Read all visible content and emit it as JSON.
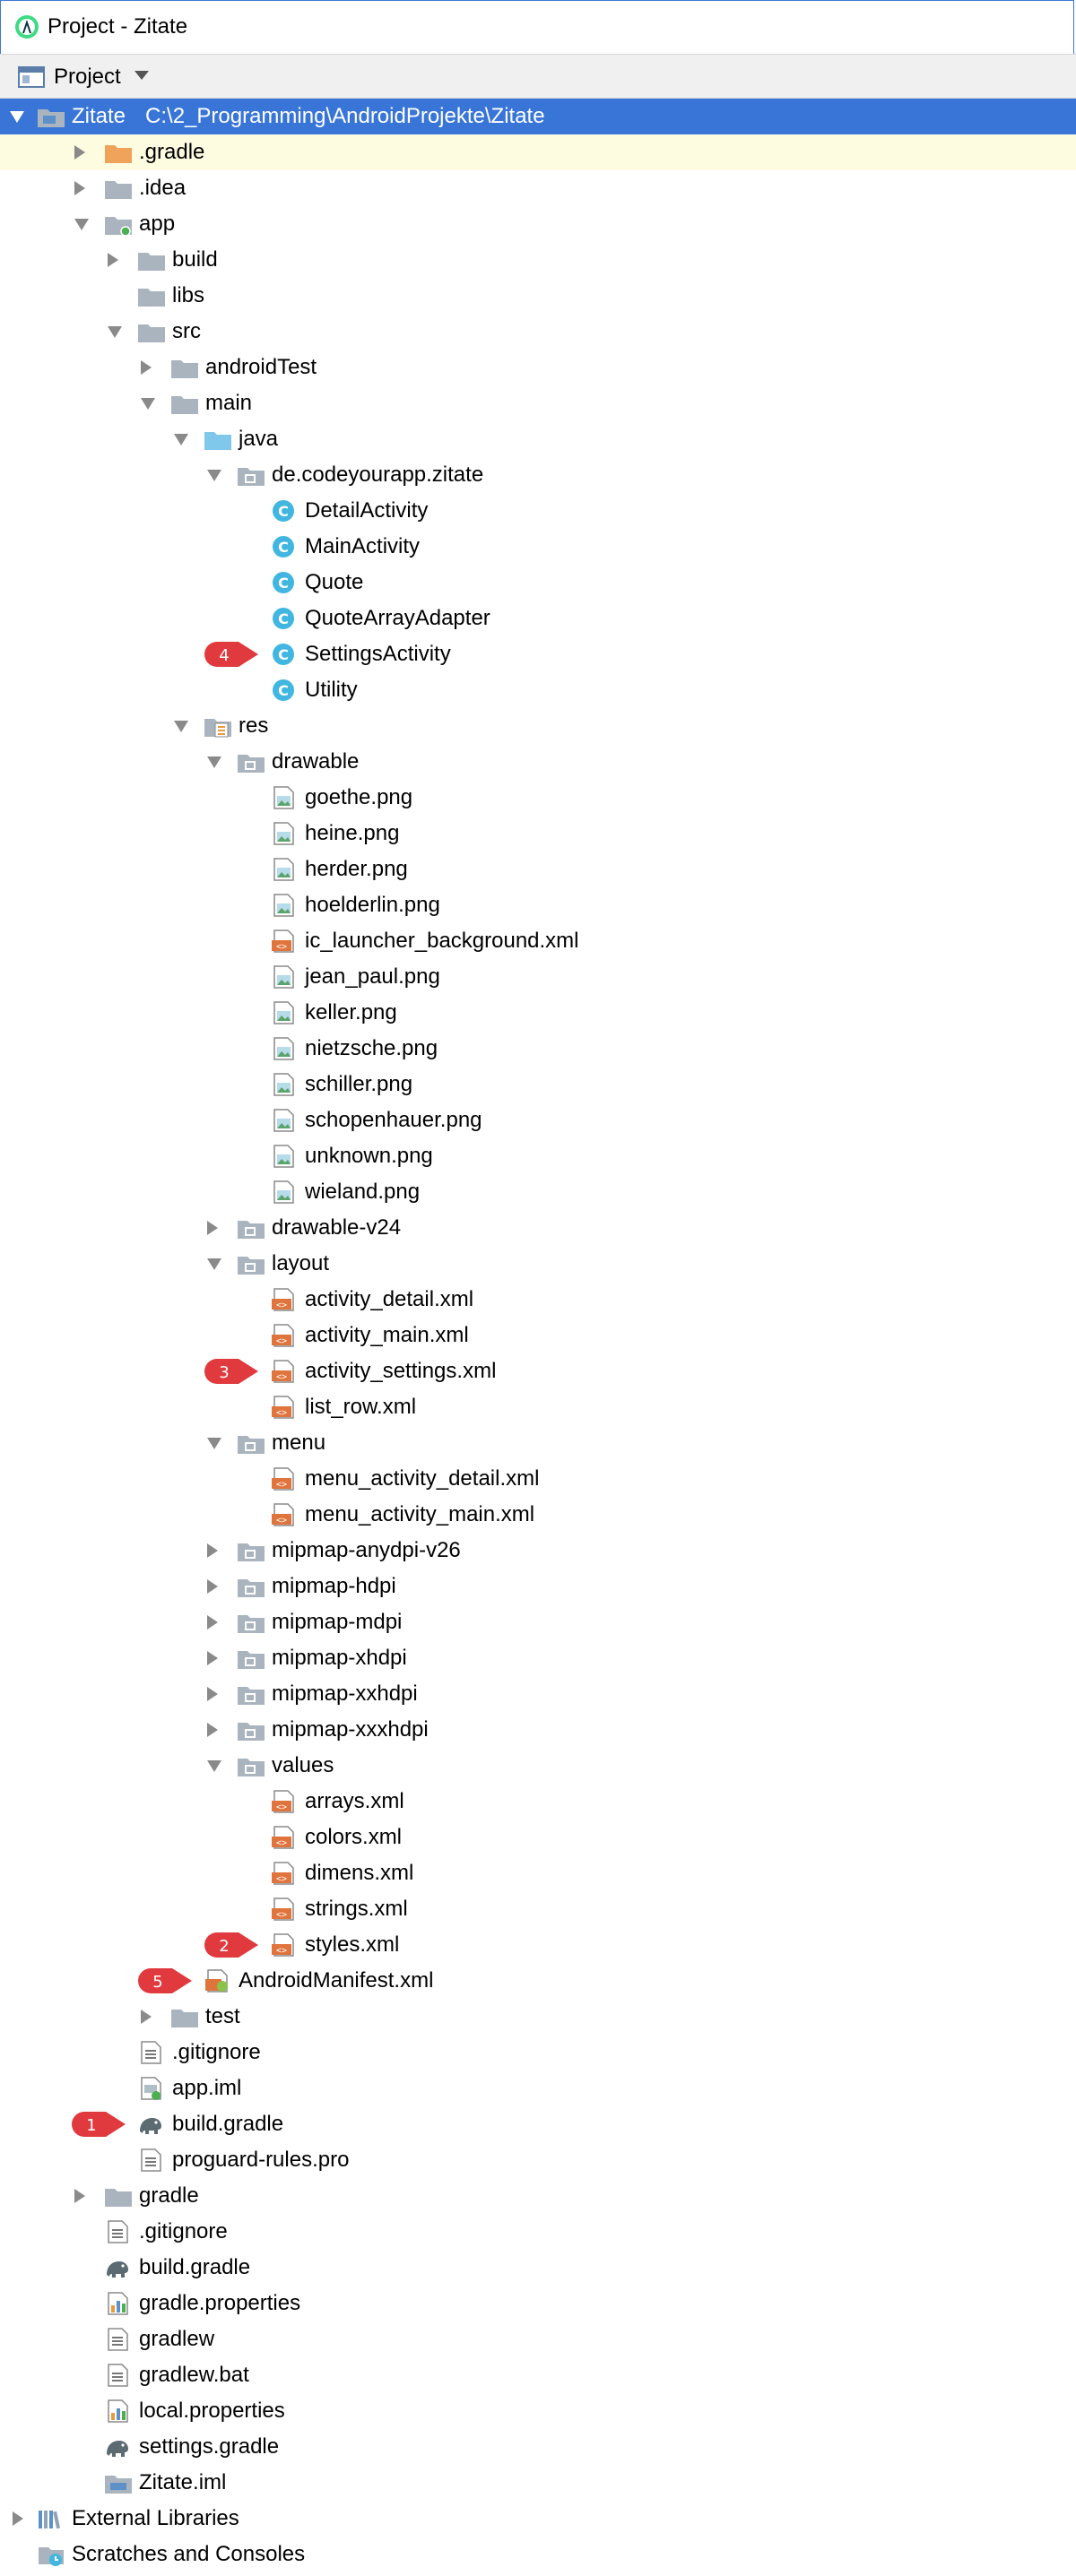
{
  "window": {
    "title": "Project - Zitate"
  },
  "toolbar": {
    "view_selector": "Project"
  },
  "colors": {
    "selection": "#3875d7",
    "highlight_row": "#fefce0",
    "folder": "#a9b4bf",
    "source_folder": "#7fc8ec",
    "excluded_folder": "#f0a35a",
    "class_icon": "#40b6e0",
    "marker": "#e0393e"
  },
  "tree": {
    "nodes": [
      {
        "label": "Zitate",
        "path": "C:\\2_Programming\\AndroidProjekte\\Zitate",
        "depth": 0,
        "arrow": "down",
        "icon": "module-folder-icon",
        "selected": true
      },
      {
        "label": ".gradle",
        "depth": 1,
        "arrow": "right",
        "icon": "excluded-folder-icon",
        "highlight": true
      },
      {
        "label": ".idea",
        "depth": 1,
        "arrow": "right",
        "icon": "folder-icon"
      },
      {
        "label": "app",
        "depth": 1,
        "arrow": "down",
        "icon": "android-module-folder-icon"
      },
      {
        "label": "build",
        "depth": 2,
        "arrow": "right",
        "icon": "folder-icon"
      },
      {
        "label": "libs",
        "depth": 2,
        "arrow": "none",
        "icon": "folder-icon"
      },
      {
        "label": "src",
        "depth": 2,
        "arrow": "down",
        "icon": "folder-icon"
      },
      {
        "label": "androidTest",
        "depth": 3,
        "arrow": "right",
        "icon": "folder-icon"
      },
      {
        "label": "main",
        "depth": 3,
        "arrow": "down",
        "icon": "folder-icon"
      },
      {
        "label": "java",
        "depth": 4,
        "arrow": "down",
        "icon": "source-folder-icon"
      },
      {
        "label": "de.codeyourapp.zitate",
        "depth": 5,
        "arrow": "down",
        "icon": "package-icon"
      },
      {
        "label": "DetailActivity",
        "depth": 6,
        "arrow": "none",
        "icon": "class-icon"
      },
      {
        "label": "MainActivity",
        "depth": 6,
        "arrow": "none",
        "icon": "class-icon"
      },
      {
        "label": "Quote",
        "depth": 6,
        "arrow": "none",
        "icon": "class-icon"
      },
      {
        "label": "QuoteArrayAdapter",
        "depth": 6,
        "arrow": "none",
        "icon": "class-icon"
      },
      {
        "label": "SettingsActivity",
        "depth": 6,
        "arrow": "none",
        "icon": "class-icon",
        "marker": "4"
      },
      {
        "label": "Utility",
        "depth": 6,
        "arrow": "none",
        "icon": "class-icon"
      },
      {
        "label": "res",
        "depth": 4,
        "arrow": "down",
        "icon": "resource-folder-icon"
      },
      {
        "label": "drawable",
        "depth": 5,
        "arrow": "down",
        "icon": "package-icon"
      },
      {
        "label": "goethe.png",
        "depth": 6,
        "arrow": "none",
        "icon": "image-file-icon"
      },
      {
        "label": "heine.png",
        "depth": 6,
        "arrow": "none",
        "icon": "image-file-icon"
      },
      {
        "label": "herder.png",
        "depth": 6,
        "arrow": "none",
        "icon": "image-file-icon"
      },
      {
        "label": "hoelderlin.png",
        "depth": 6,
        "arrow": "none",
        "icon": "image-file-icon"
      },
      {
        "label": "ic_launcher_background.xml",
        "depth": 6,
        "arrow": "none",
        "icon": "xml-file-icon"
      },
      {
        "label": "jean_paul.png",
        "depth": 6,
        "arrow": "none",
        "icon": "image-file-icon"
      },
      {
        "label": "keller.png",
        "depth": 6,
        "arrow": "none",
        "icon": "image-file-icon"
      },
      {
        "label": "nietzsche.png",
        "depth": 6,
        "arrow": "none",
        "icon": "image-file-icon"
      },
      {
        "label": "schiller.png",
        "depth": 6,
        "arrow": "none",
        "icon": "image-file-icon"
      },
      {
        "label": "schopenhauer.png",
        "depth": 6,
        "arrow": "none",
        "icon": "image-file-icon"
      },
      {
        "label": "unknown.png",
        "depth": 6,
        "arrow": "none",
        "icon": "image-file-icon"
      },
      {
        "label": "wieland.png",
        "depth": 6,
        "arrow": "none",
        "icon": "image-file-icon"
      },
      {
        "label": "drawable-v24",
        "depth": 5,
        "arrow": "right",
        "icon": "package-icon"
      },
      {
        "label": "layout",
        "depth": 5,
        "arrow": "down",
        "icon": "package-icon"
      },
      {
        "label": "activity_detail.xml",
        "depth": 6,
        "arrow": "none",
        "icon": "xml-file-icon"
      },
      {
        "label": "activity_main.xml",
        "depth": 6,
        "arrow": "none",
        "icon": "xml-file-icon"
      },
      {
        "label": "activity_settings.xml",
        "depth": 6,
        "arrow": "none",
        "icon": "xml-file-icon",
        "marker": "3"
      },
      {
        "label": "list_row.xml",
        "depth": 6,
        "arrow": "none",
        "icon": "xml-file-icon"
      },
      {
        "label": "menu",
        "depth": 5,
        "arrow": "down",
        "icon": "package-icon"
      },
      {
        "label": "menu_activity_detail.xml",
        "depth": 6,
        "arrow": "none",
        "icon": "xml-file-icon"
      },
      {
        "label": "menu_activity_main.xml",
        "depth": 6,
        "arrow": "none",
        "icon": "xml-file-icon"
      },
      {
        "label": "mipmap-anydpi-v26",
        "depth": 5,
        "arrow": "right",
        "icon": "package-icon"
      },
      {
        "label": "mipmap-hdpi",
        "depth": 5,
        "arrow": "right",
        "icon": "package-icon"
      },
      {
        "label": "mipmap-mdpi",
        "depth": 5,
        "arrow": "right",
        "icon": "package-icon"
      },
      {
        "label": "mipmap-xhdpi",
        "depth": 5,
        "arrow": "right",
        "icon": "package-icon"
      },
      {
        "label": "mipmap-xxhdpi",
        "depth": 5,
        "arrow": "right",
        "icon": "package-icon"
      },
      {
        "label": "mipmap-xxxhdpi",
        "depth": 5,
        "arrow": "right",
        "icon": "package-icon"
      },
      {
        "label": "values",
        "depth": 5,
        "arrow": "down",
        "icon": "package-icon"
      },
      {
        "label": "arrays.xml",
        "depth": 6,
        "arrow": "none",
        "icon": "xml-file-icon"
      },
      {
        "label": "colors.xml",
        "depth": 6,
        "arrow": "none",
        "icon": "xml-file-icon"
      },
      {
        "label": "dimens.xml",
        "depth": 6,
        "arrow": "none",
        "icon": "xml-file-icon"
      },
      {
        "label": "strings.xml",
        "depth": 6,
        "arrow": "none",
        "icon": "xml-file-icon"
      },
      {
        "label": "styles.xml",
        "depth": 6,
        "arrow": "none",
        "icon": "xml-file-icon",
        "marker": "2"
      },
      {
        "label": "AndroidManifest.xml",
        "depth": 4,
        "arrow": "none",
        "icon": "manifest-file-icon",
        "marker": "5"
      },
      {
        "label": "test",
        "depth": 3,
        "arrow": "right",
        "icon": "folder-icon"
      },
      {
        "label": ".gitignore",
        "depth": 2,
        "arrow": "none",
        "icon": "text-file-icon"
      },
      {
        "label": "app.iml",
        "depth": 2,
        "arrow": "none",
        "icon": "iml-file-icon"
      },
      {
        "label": "build.gradle",
        "depth": 2,
        "arrow": "none",
        "icon": "gradle-elephant-icon",
        "marker": "1"
      },
      {
        "label": "proguard-rules.pro",
        "depth": 2,
        "arrow": "none",
        "icon": "text-file-icon"
      },
      {
        "label": "gradle",
        "depth": 1,
        "arrow": "right",
        "icon": "folder-icon"
      },
      {
        "label": ".gitignore",
        "depth": 1,
        "arrow": "none",
        "icon": "text-file-icon"
      },
      {
        "label": "build.gradle",
        "depth": 1,
        "arrow": "none",
        "icon": "gradle-elephant-icon"
      },
      {
        "label": "gradle.properties",
        "depth": 1,
        "arrow": "none",
        "icon": "properties-file-icon"
      },
      {
        "label": "gradlew",
        "depth": 1,
        "arrow": "none",
        "icon": "text-file-icon"
      },
      {
        "label": "gradlew.bat",
        "depth": 1,
        "arrow": "none",
        "icon": "text-file-icon"
      },
      {
        "label": "local.properties",
        "depth": 1,
        "arrow": "none",
        "icon": "properties-file-icon"
      },
      {
        "label": "settings.gradle",
        "depth": 1,
        "arrow": "none",
        "icon": "gradle-elephant-icon"
      },
      {
        "label": "Zitate.iml",
        "depth": 1,
        "arrow": "none",
        "icon": "iml-folder-icon"
      },
      {
        "label": "External Libraries",
        "depth": 0,
        "arrow": "right",
        "icon": "libraries-icon"
      },
      {
        "label": "Scratches and Consoles",
        "depth": 0,
        "arrow": "none",
        "icon": "scratches-icon"
      }
    ]
  }
}
